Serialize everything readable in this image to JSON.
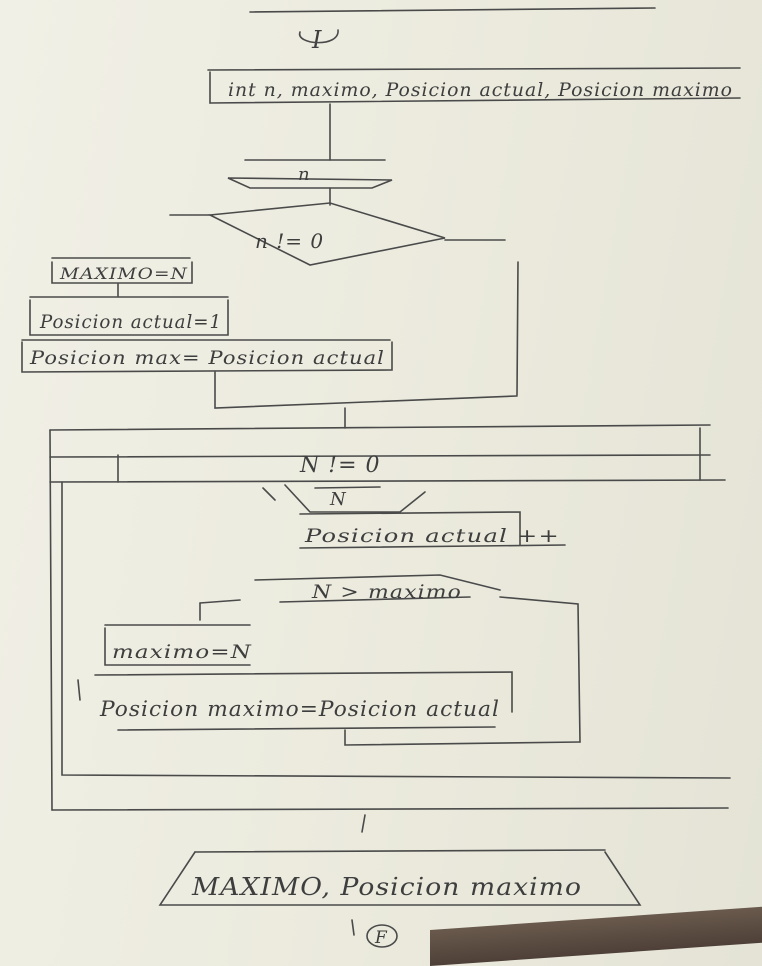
{
  "flowchart": {
    "start": "I",
    "declare": "int n, maximo, Posicion actual, Posicion maximo",
    "read_n": "n",
    "cond_first": "n != 0",
    "assign_max": "MAXIMO=N",
    "assign_pos": "Posicion actual=1",
    "assign_posmax": "Posicion max= Posicion actual",
    "loop_cond": "N != 0",
    "loop_read": "N",
    "loop_incr": "Posicion actual ++",
    "cond_greater": "N > maximo",
    "assign_max2": "maximo=N",
    "assign_posmax2": "Posicion maximo=Posicion actual",
    "output": "MAXIMO, Posicion maximo",
    "end": "F"
  }
}
